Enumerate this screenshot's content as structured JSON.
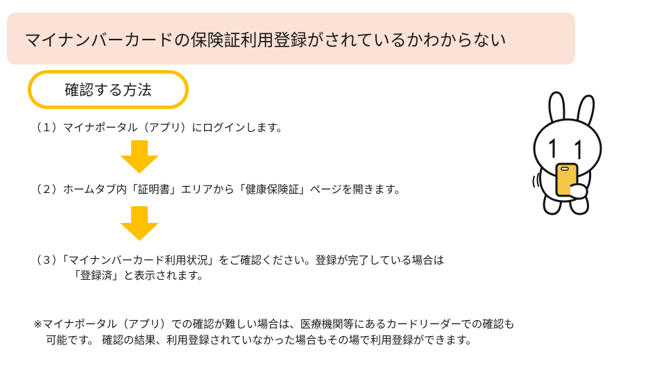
{
  "title": "マイナンバーカードの保険証利用登録がされているかわからない",
  "method_label": "確認する方法",
  "steps": [
    {
      "text": "（１）マイナポータル（アプリ）にログインします。"
    },
    {
      "text": "（２）ホームタブ内「証明書」エリアから「健康保険証」ページを開きます。"
    },
    {
      "text": "（３）「マイナンバーカード利用状況」をご確認ください。登録が完了している場合は",
      "text_cont": "「登録済」と表示されます。"
    }
  ],
  "note": {
    "line1": "※マイナポータル（アプリ）での確認が難しい場合は、医療機関等にあるカードリーダーでの確認も",
    "line2": "可能です。 確認の結果、利用登録されていなかった場合もその場で利用登録ができます。"
  },
  "icons": {
    "arrow": "down-arrow-icon",
    "mascot": "mynaporta-rabbit-mascot"
  },
  "colors": {
    "banner_bg": "#fbe2d6",
    "accent": "#ffc000",
    "phone": "#f3c64a"
  }
}
